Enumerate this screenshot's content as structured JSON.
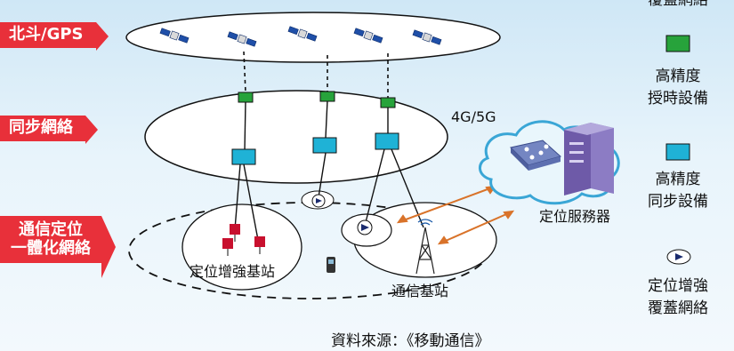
{
  "layers": {
    "satellite": "北斗/GPS",
    "sync_network": "同步網絡",
    "integrated_line1": "通信定位",
    "integrated_line2": "一體化網絡"
  },
  "labels": {
    "four_g": "4G/5G",
    "location_server": "定位服務器",
    "enhanced_station": "定位增強基站",
    "comm_station": "通信基站"
  },
  "source": "資料來源：《移動通信》",
  "legend": {
    "top_partial": "覆蓋網絡",
    "timing": [
      "高精度",
      "授時設備"
    ],
    "sync": [
      "高精度",
      "同步設備"
    ],
    "enhance": [
      "定位增強",
      "覆蓋網絡"
    ]
  },
  "colors": {
    "tag_red": "#e8303a",
    "timing_green": "#27a33b",
    "sync_cyan": "#1fb2d6",
    "link_orange": "#d9732a"
  },
  "icons": [
    "satellite-icon",
    "server-icon",
    "cloud-icon",
    "tower-icon",
    "phone-icon",
    "enhance-node-icon"
  ]
}
